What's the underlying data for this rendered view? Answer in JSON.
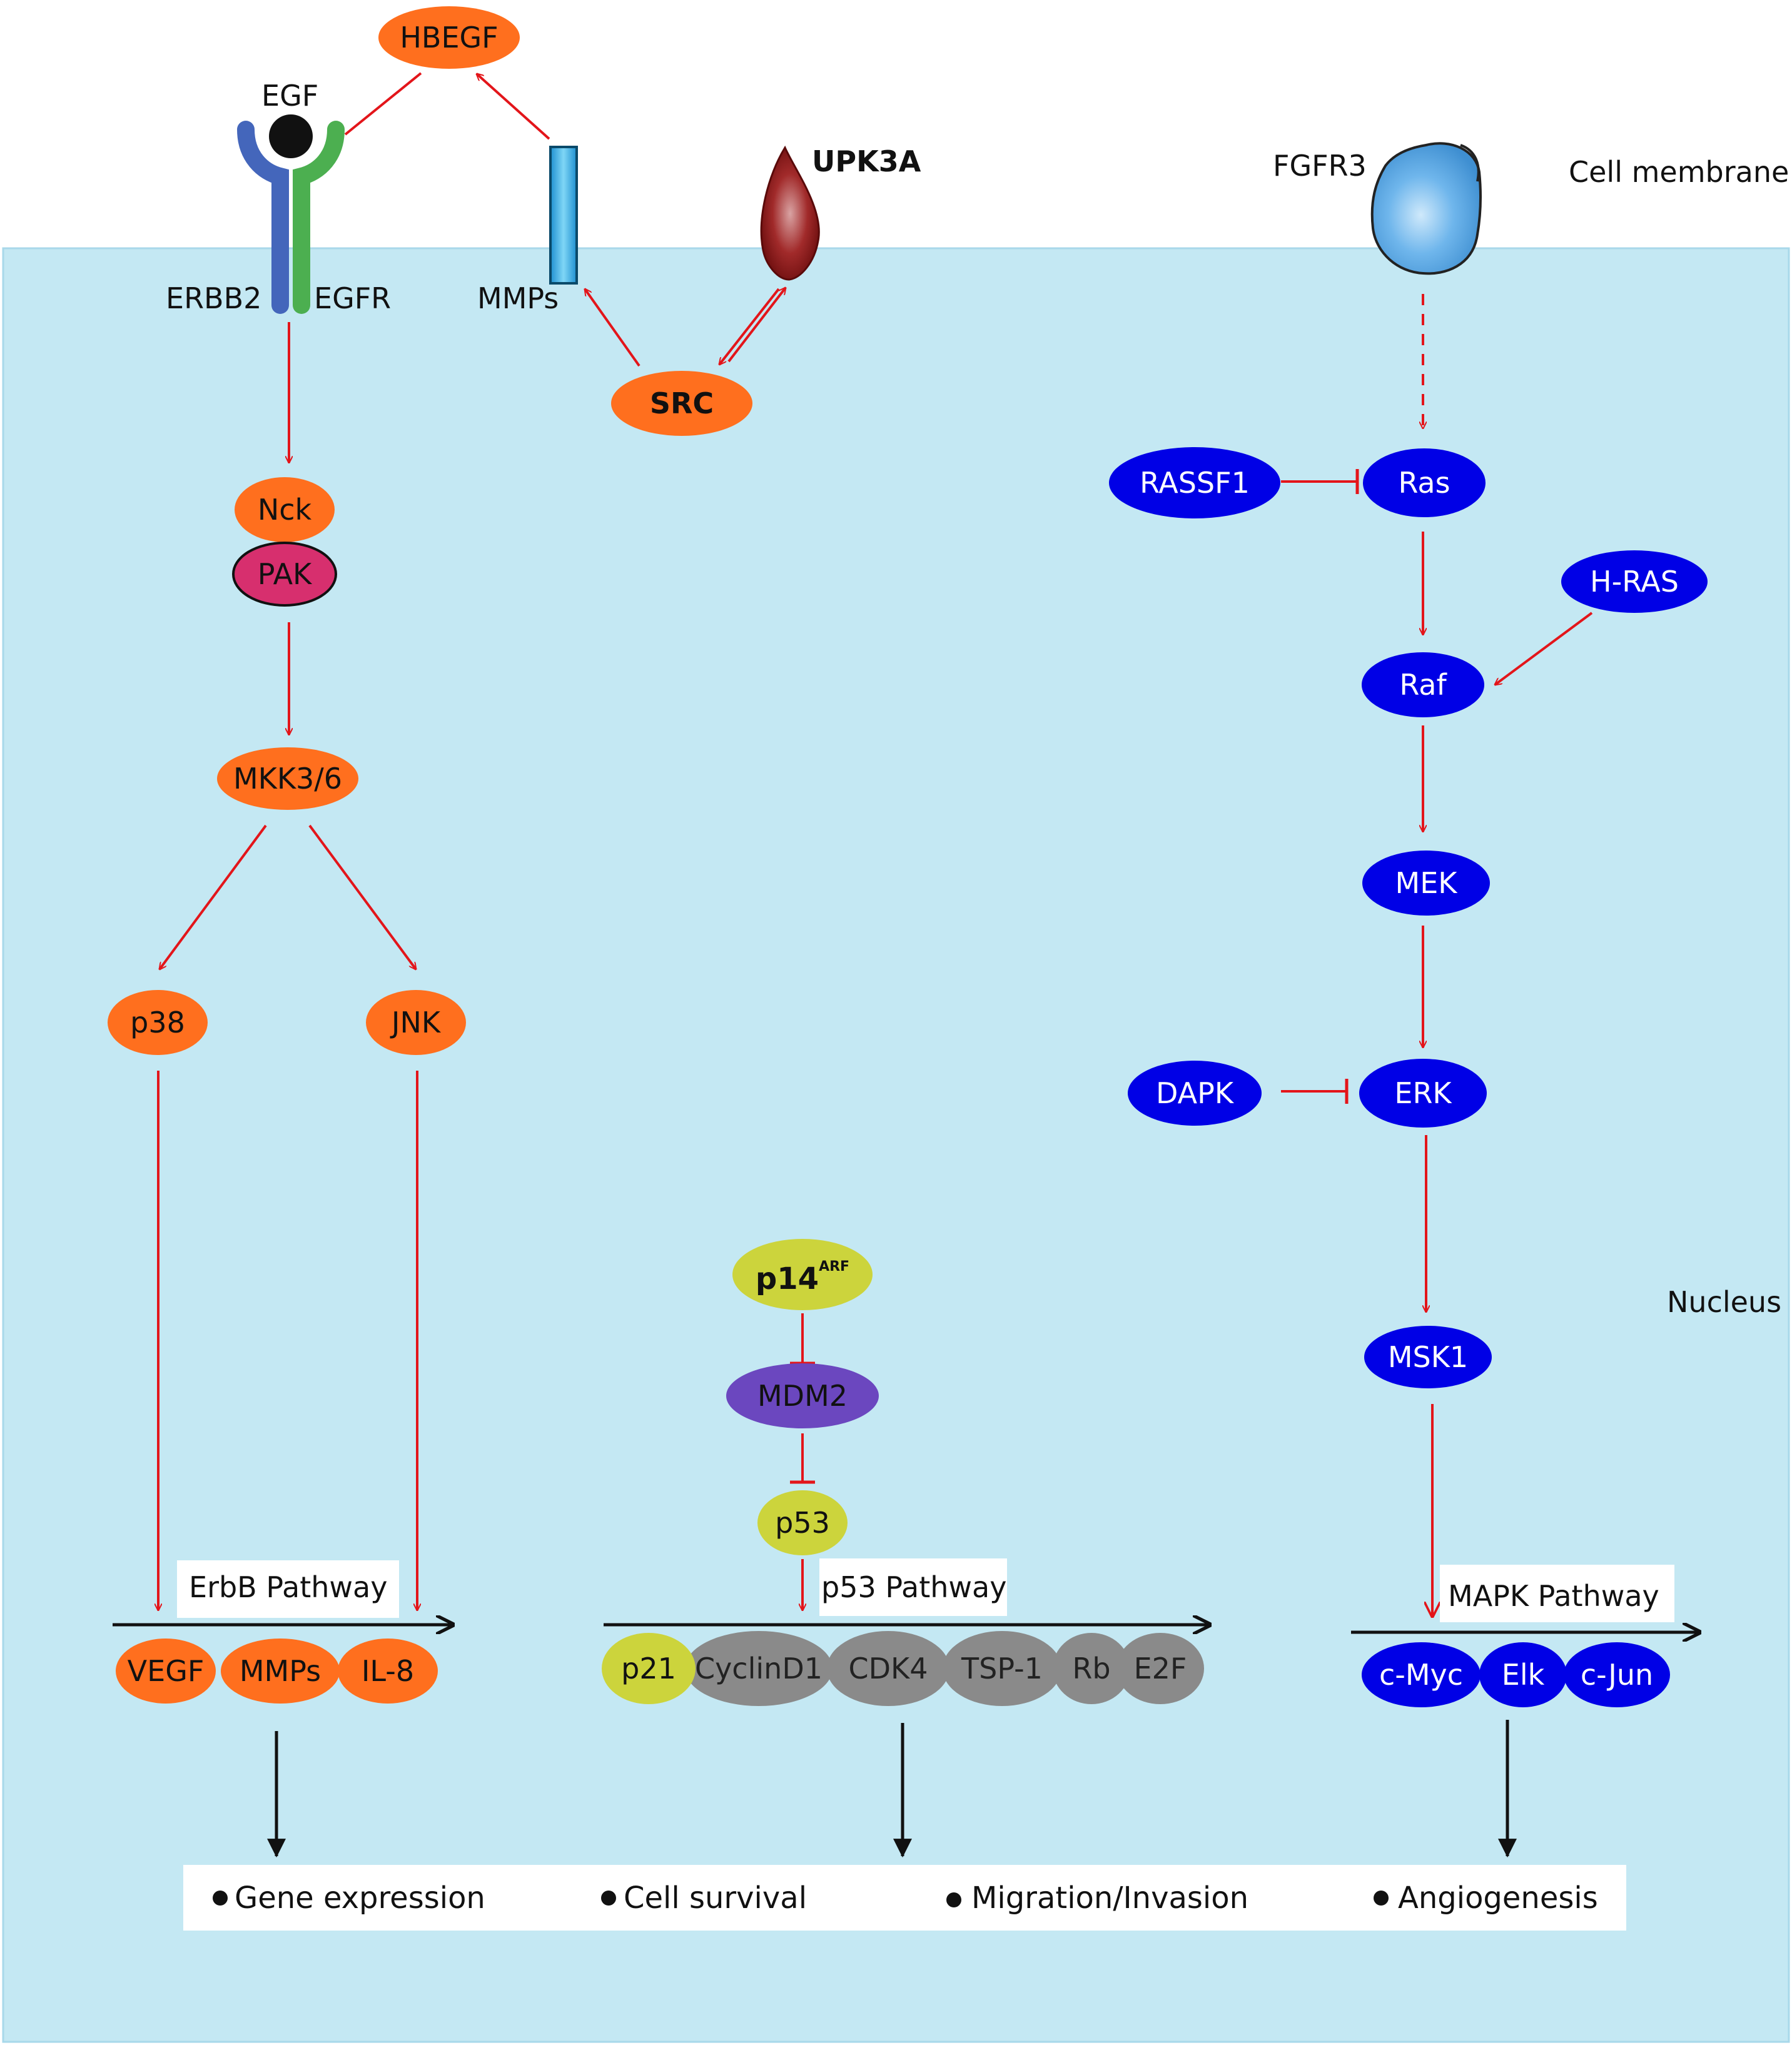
{
  "compartments": {
    "membrane_label": "Cell membrane",
    "nucleus_label": "Nucleus"
  },
  "receptors": {
    "egf": "EGF",
    "erbb2": "ERBB2",
    "egfr": "EGFR",
    "mmps": "MMPs",
    "upk3a": "UPK3A",
    "fgfr3": "FGFR3"
  },
  "nodes": {
    "hbegf": "HBEGF",
    "src": "SRC",
    "nck": "Nck",
    "pak": "PAK",
    "mkk36": "MKK3/6",
    "p38": "p38",
    "jnk": "JNK",
    "rassf1": "RASSF1",
    "ras": "Ras",
    "hras": "H-RAS",
    "raf": "Raf",
    "mek": "MEK",
    "dapk": "DAPK",
    "erk": "ERK",
    "msk1": "MSK1",
    "p14": "p14",
    "p14_sup": "ARF",
    "mdm2": "MDM2",
    "p53": "p53"
  },
  "pathways": {
    "erbb": {
      "label": "ErbB Pathway",
      "targets": [
        "VEGF",
        "MMPs",
        "IL-8"
      ]
    },
    "p53": {
      "label": "p53 Pathway",
      "targets": [
        "p21",
        "CyclinD1",
        "CDK4",
        "TSP-1",
        "Rb",
        "E2F"
      ]
    },
    "mapk": {
      "label": "MAPK Pathway",
      "targets": [
        "c-Myc",
        "Elk",
        "c-Jun"
      ]
    }
  },
  "outcomes": [
    "Gene expression",
    "Cell survival",
    "Migration/Invasion",
    "Angiogenesis"
  ],
  "colors": {
    "cell_interior": "#c4e8f3",
    "orange_node": "#ff6f1e",
    "pak_node": "#d72f6e",
    "blue_node": "#0000e6",
    "lime_node": "#ccd43c",
    "purple_node": "#6b47bf",
    "gray_node": "#8a8a8a",
    "activation_arrow": "#e3151a",
    "erbb2_receptor": "#4466bb",
    "egfr_receptor": "#4caf50",
    "upk3a": "#8b1a1a",
    "fgfr3": "#5aa8e0",
    "mmps_bar": "#39b5e8"
  }
}
